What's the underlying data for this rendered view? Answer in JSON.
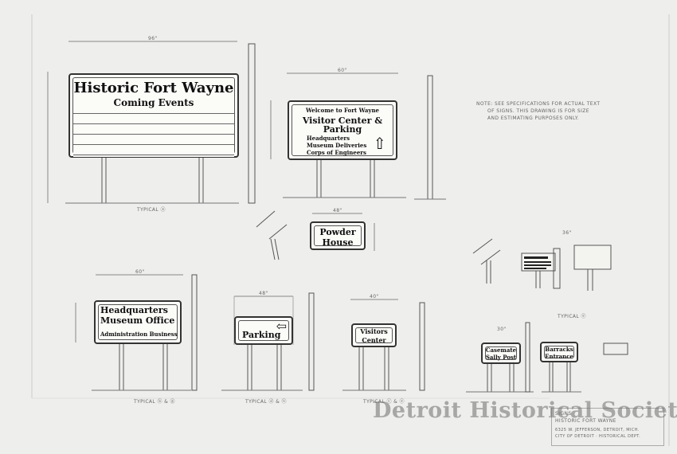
{
  "signs": {
    "main": {
      "title": "Historic Fort Wayne",
      "subtitle": "Coming Events"
    },
    "visitor": {
      "welcome": "Welcome to Fort Wayne",
      "title_line1": "Visitor Center &",
      "title_line2": "Parking",
      "lines": [
        "Headquarters",
        "Museum Deliveries",
        "Corps of Engineers"
      ],
      "arrow": "⇧"
    },
    "powder": {
      "line1": "Powder",
      "line2": "House"
    },
    "hq": {
      "line1": "Headquarters",
      "line2": "Museum Office",
      "line3": "Administration Business"
    },
    "parking": {
      "label": "Parking",
      "arrow": "⇦"
    },
    "visitors_center": {
      "line1": "Visitors",
      "line2": "Center"
    },
    "casemate": {
      "line1": "Casemate",
      "line2": "Sally Post"
    },
    "barracks": {
      "line1": "Barracks",
      "line2": "Entrance"
    }
  },
  "notes": {
    "general": [
      "NOTE: SEE SPECIFICATIONS FOR ACTUAL TEXT",
      "OF SIGNS. THIS DRAWING IS FOR SIZE",
      "AND ESTIMATING PURPOSES ONLY."
    ],
    "dim_96": "96\"",
    "dim_60": "60\"",
    "dim_48": "48\"",
    "dim_40": "40\"",
    "dim_30": "30\"",
    "dim_36": "36\"",
    "typical_a": "TYPICAL ⓐ",
    "typical_b": "TYPICAL ⓑ & ⓖ",
    "typical_d": "TYPICAL ⓓ & ⓗ",
    "typical_c": "TYPICAL ⓒ & ⓔ",
    "typical_e": "TYPICAL ⓔ",
    "title_block": [
      "SIGNS",
      "HISTORIC FORT WAYNE",
      "6325 W. JEFFERSON, DETROIT, MICH.",
      "CITY OF DETROIT · HISTORICAL DEPT."
    ]
  },
  "watermark": "Detroit Historical Society",
  "colors": {
    "paper": "#eeeeec",
    "ink": "#222222",
    "pencil": "#666666",
    "watermark": "#6e6e6e"
  }
}
